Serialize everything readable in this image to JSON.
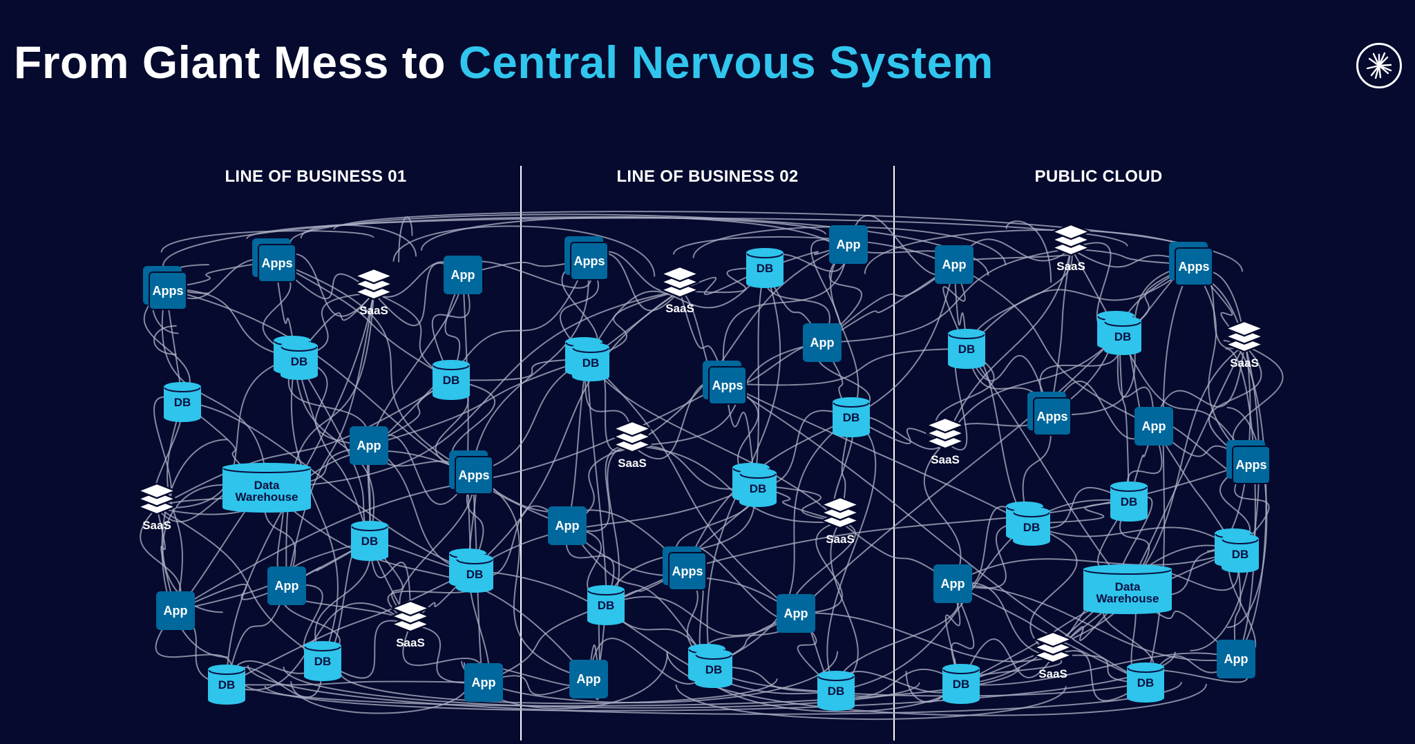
{
  "title": {
    "part1": "From Giant Mess to ",
    "part2": "Central Nervous System"
  },
  "columns": [
    "LINE OF BUSINESS 01",
    "LINE OF BUSINESS 02",
    "PUBLIC CLOUD"
  ],
  "colors": {
    "background": "#050a2e",
    "accent": "#31c6ee",
    "tile": "#00689c",
    "cylinder": "#2ec4ec",
    "wire": "#b0b4c8"
  },
  "labels": {
    "app": "App",
    "apps": "Apps",
    "db": "DB",
    "saas": "SaaS",
    "dw_line1": "Data",
    "dw_line2": "Warehouse"
  }
}
